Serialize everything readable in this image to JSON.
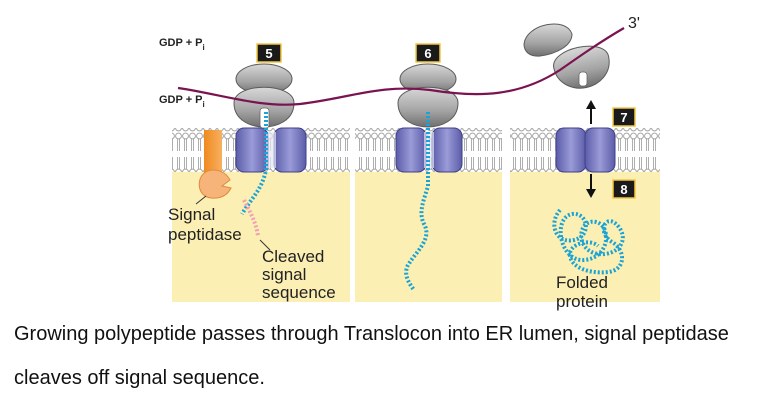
{
  "labels": {
    "gdp_pi_top": "GDP + P",
    "gdp_pi_bottom": "GDP + P",
    "subscript_i": "i",
    "three_prime": "3'",
    "signal_peptidase_line1": "Signal",
    "signal_peptidase_line2": "peptidase",
    "cleaved_line1": "Cleaved",
    "cleaved_line2": "signal",
    "cleaved_line3": "sequence",
    "folded_line1": "Folded",
    "folded_line2": "protein"
  },
  "steps": [
    "5",
    "6",
    "7",
    "8"
  ],
  "caption": {
    "line1": "Growing polypeptide passes through Translocon into ER lumen, signal peptidase",
    "line2": "cleaves off signal sequence."
  },
  "colors": {
    "lumen": "#fbefb4",
    "translocon": "#7b7cc4",
    "ribosome": "#a7a7a7",
    "mrna": "#7a1450",
    "polypeptide": "#1aa3d6",
    "signal_sequence": "#f0a0b4",
    "peptidase": "#f5932f",
    "badge": "#1a1a1a"
  }
}
